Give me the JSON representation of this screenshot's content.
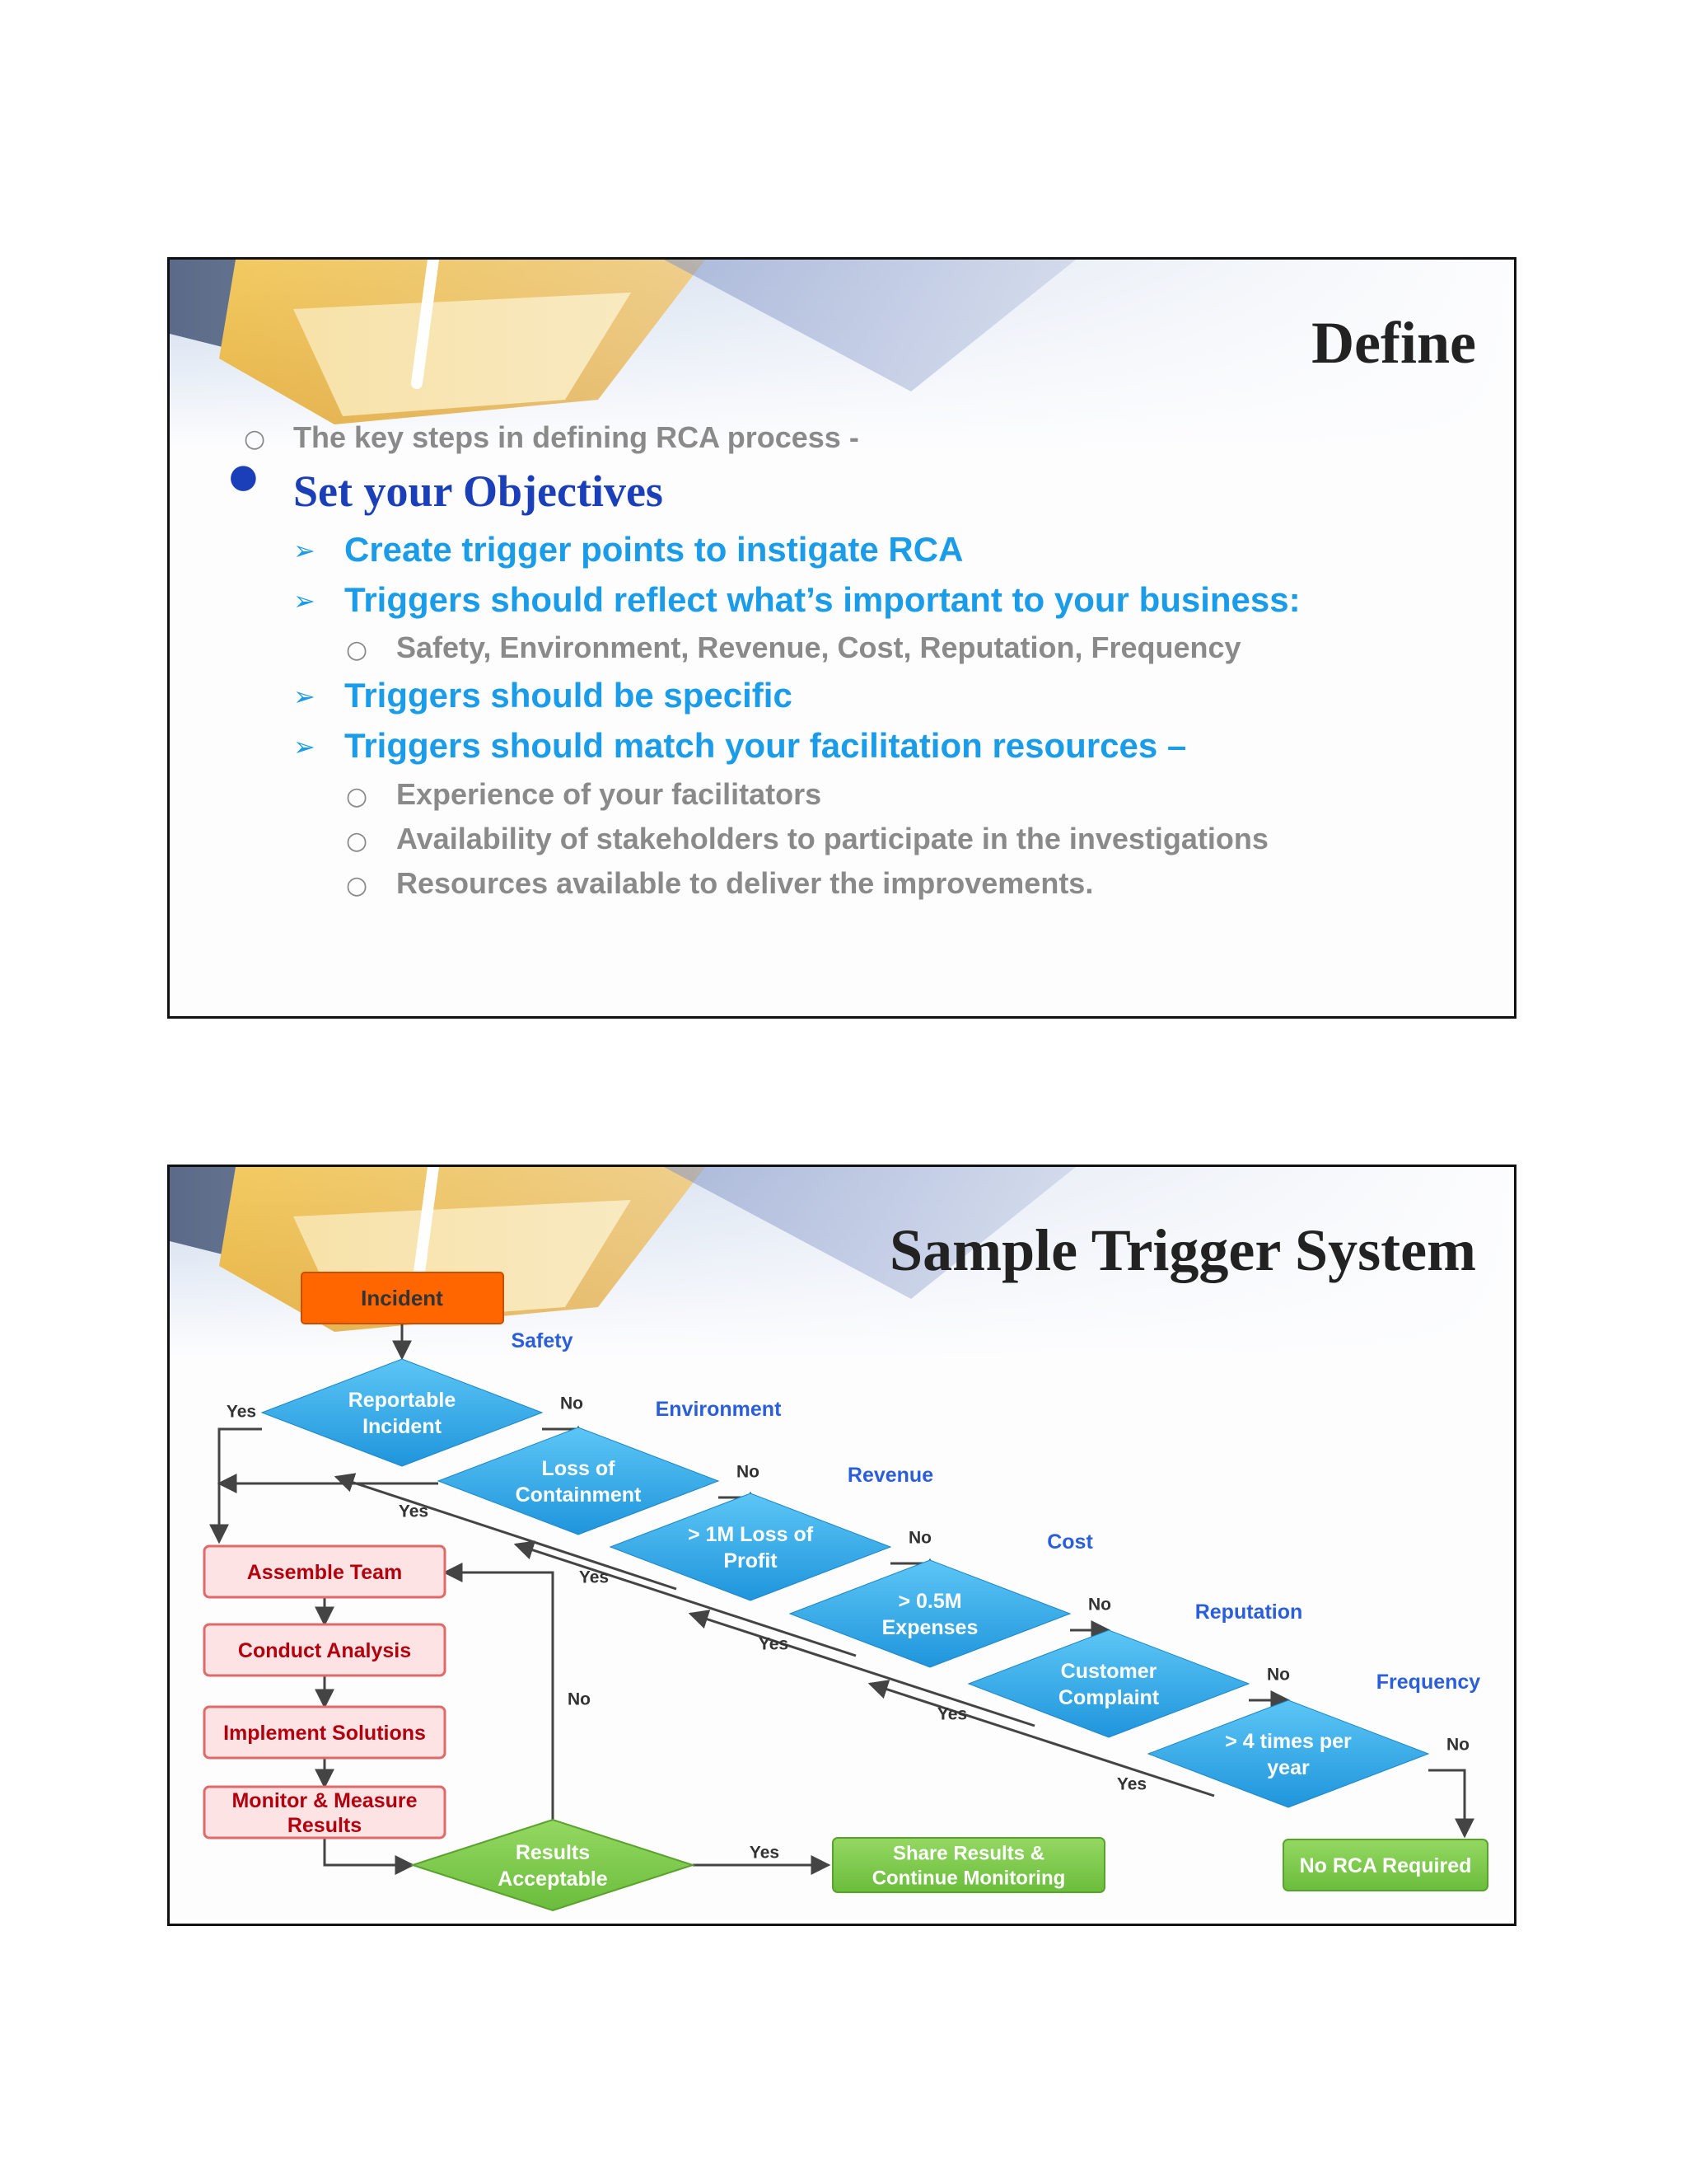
{
  "slide1": {
    "title": "Define",
    "intro": "The key steps in defining RCA process -",
    "heading": "Set your Objectives",
    "items": [
      {
        "text": "Create trigger points to instigate RCA",
        "subs": []
      },
      {
        "text": "Triggers should reflect what’s important to your business:",
        "subs": [
          "Safety, Environment, Revenue, Cost, Reputation, Frequency"
        ]
      },
      {
        "text": "Triggers should be specific",
        "subs": []
      },
      {
        "text": "Triggers should match your facilitation resources –",
        "subs": [
          "Experience of your facilitators",
          "Availability of stakeholders to participate in the investigations",
          "Resources available to deliver the improvements."
        ]
      }
    ],
    "bullet_glyphs": {
      "circle": "○",
      "dot": "●",
      "arrow": "➢"
    },
    "colors": {
      "gray": "#8a8a8a",
      "blue": "#1a9ce8",
      "heading": "#1b3fb8"
    }
  },
  "slide2": {
    "title": "Sample Trigger System",
    "flow": {
      "incident": "Incident",
      "decisions": [
        {
          "id": "d1",
          "text": [
            "Reportable",
            "Incident"
          ],
          "category": "Safety"
        },
        {
          "id": "d2",
          "text": [
            "Loss of",
            "Containment"
          ],
          "category": "Environment"
        },
        {
          "id": "d3",
          "text": [
            "> 1M Loss of",
            "Profit"
          ],
          "category": "Revenue"
        },
        {
          "id": "d4",
          "text": [
            "> 0.5M",
            "Expenses"
          ],
          "category": "Cost"
        },
        {
          "id": "d5",
          "text": [
            "Customer",
            "Complaint"
          ],
          "category": "Reputation"
        },
        {
          "id": "d6",
          "text": [
            "> 4 times per",
            "year"
          ],
          "category": "Frequency"
        }
      ],
      "steps": [
        [
          "Assemble Team"
        ],
        [
          "Conduct Analysis"
        ],
        [
          "Implement Solutions"
        ],
        [
          "Monitor & Measure",
          "Results"
        ]
      ],
      "results_check": [
        "Results",
        "Acceptable"
      ],
      "share": [
        "Share Results &",
        "Continue Monitoring"
      ],
      "no_rca": "No RCA Required",
      "yes": "Yes",
      "no": "No"
    },
    "colors": {
      "incident": "#ff6600",
      "decision": "#2aa6e8",
      "category": "#2b5fd9",
      "step_fill": "#fde3e3",
      "step_stroke": "#e06a6a",
      "step_text": "#b3000f",
      "green": "#7cc94a"
    }
  }
}
